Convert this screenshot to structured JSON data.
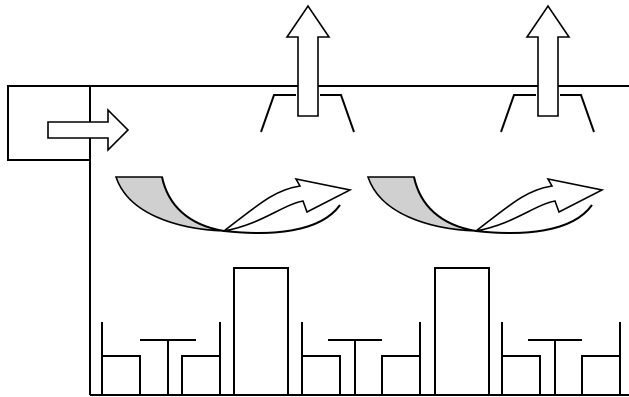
{
  "colors": {
    "line": "#000000",
    "background": "#ffffff",
    "shaded_flow": "#d0d0d0"
  },
  "diagram": {
    "labels": [],
    "inlet": {
      "icon": "right-arrow"
    },
    "exhaust_hoods": {
      "count": 2,
      "icon": "up-arrow"
    },
    "airflow_loops": {
      "count": 2
    },
    "tall_cabinets": {
      "count": 2
    },
    "table_and_chair_sets": {
      "count": 3
    }
  }
}
